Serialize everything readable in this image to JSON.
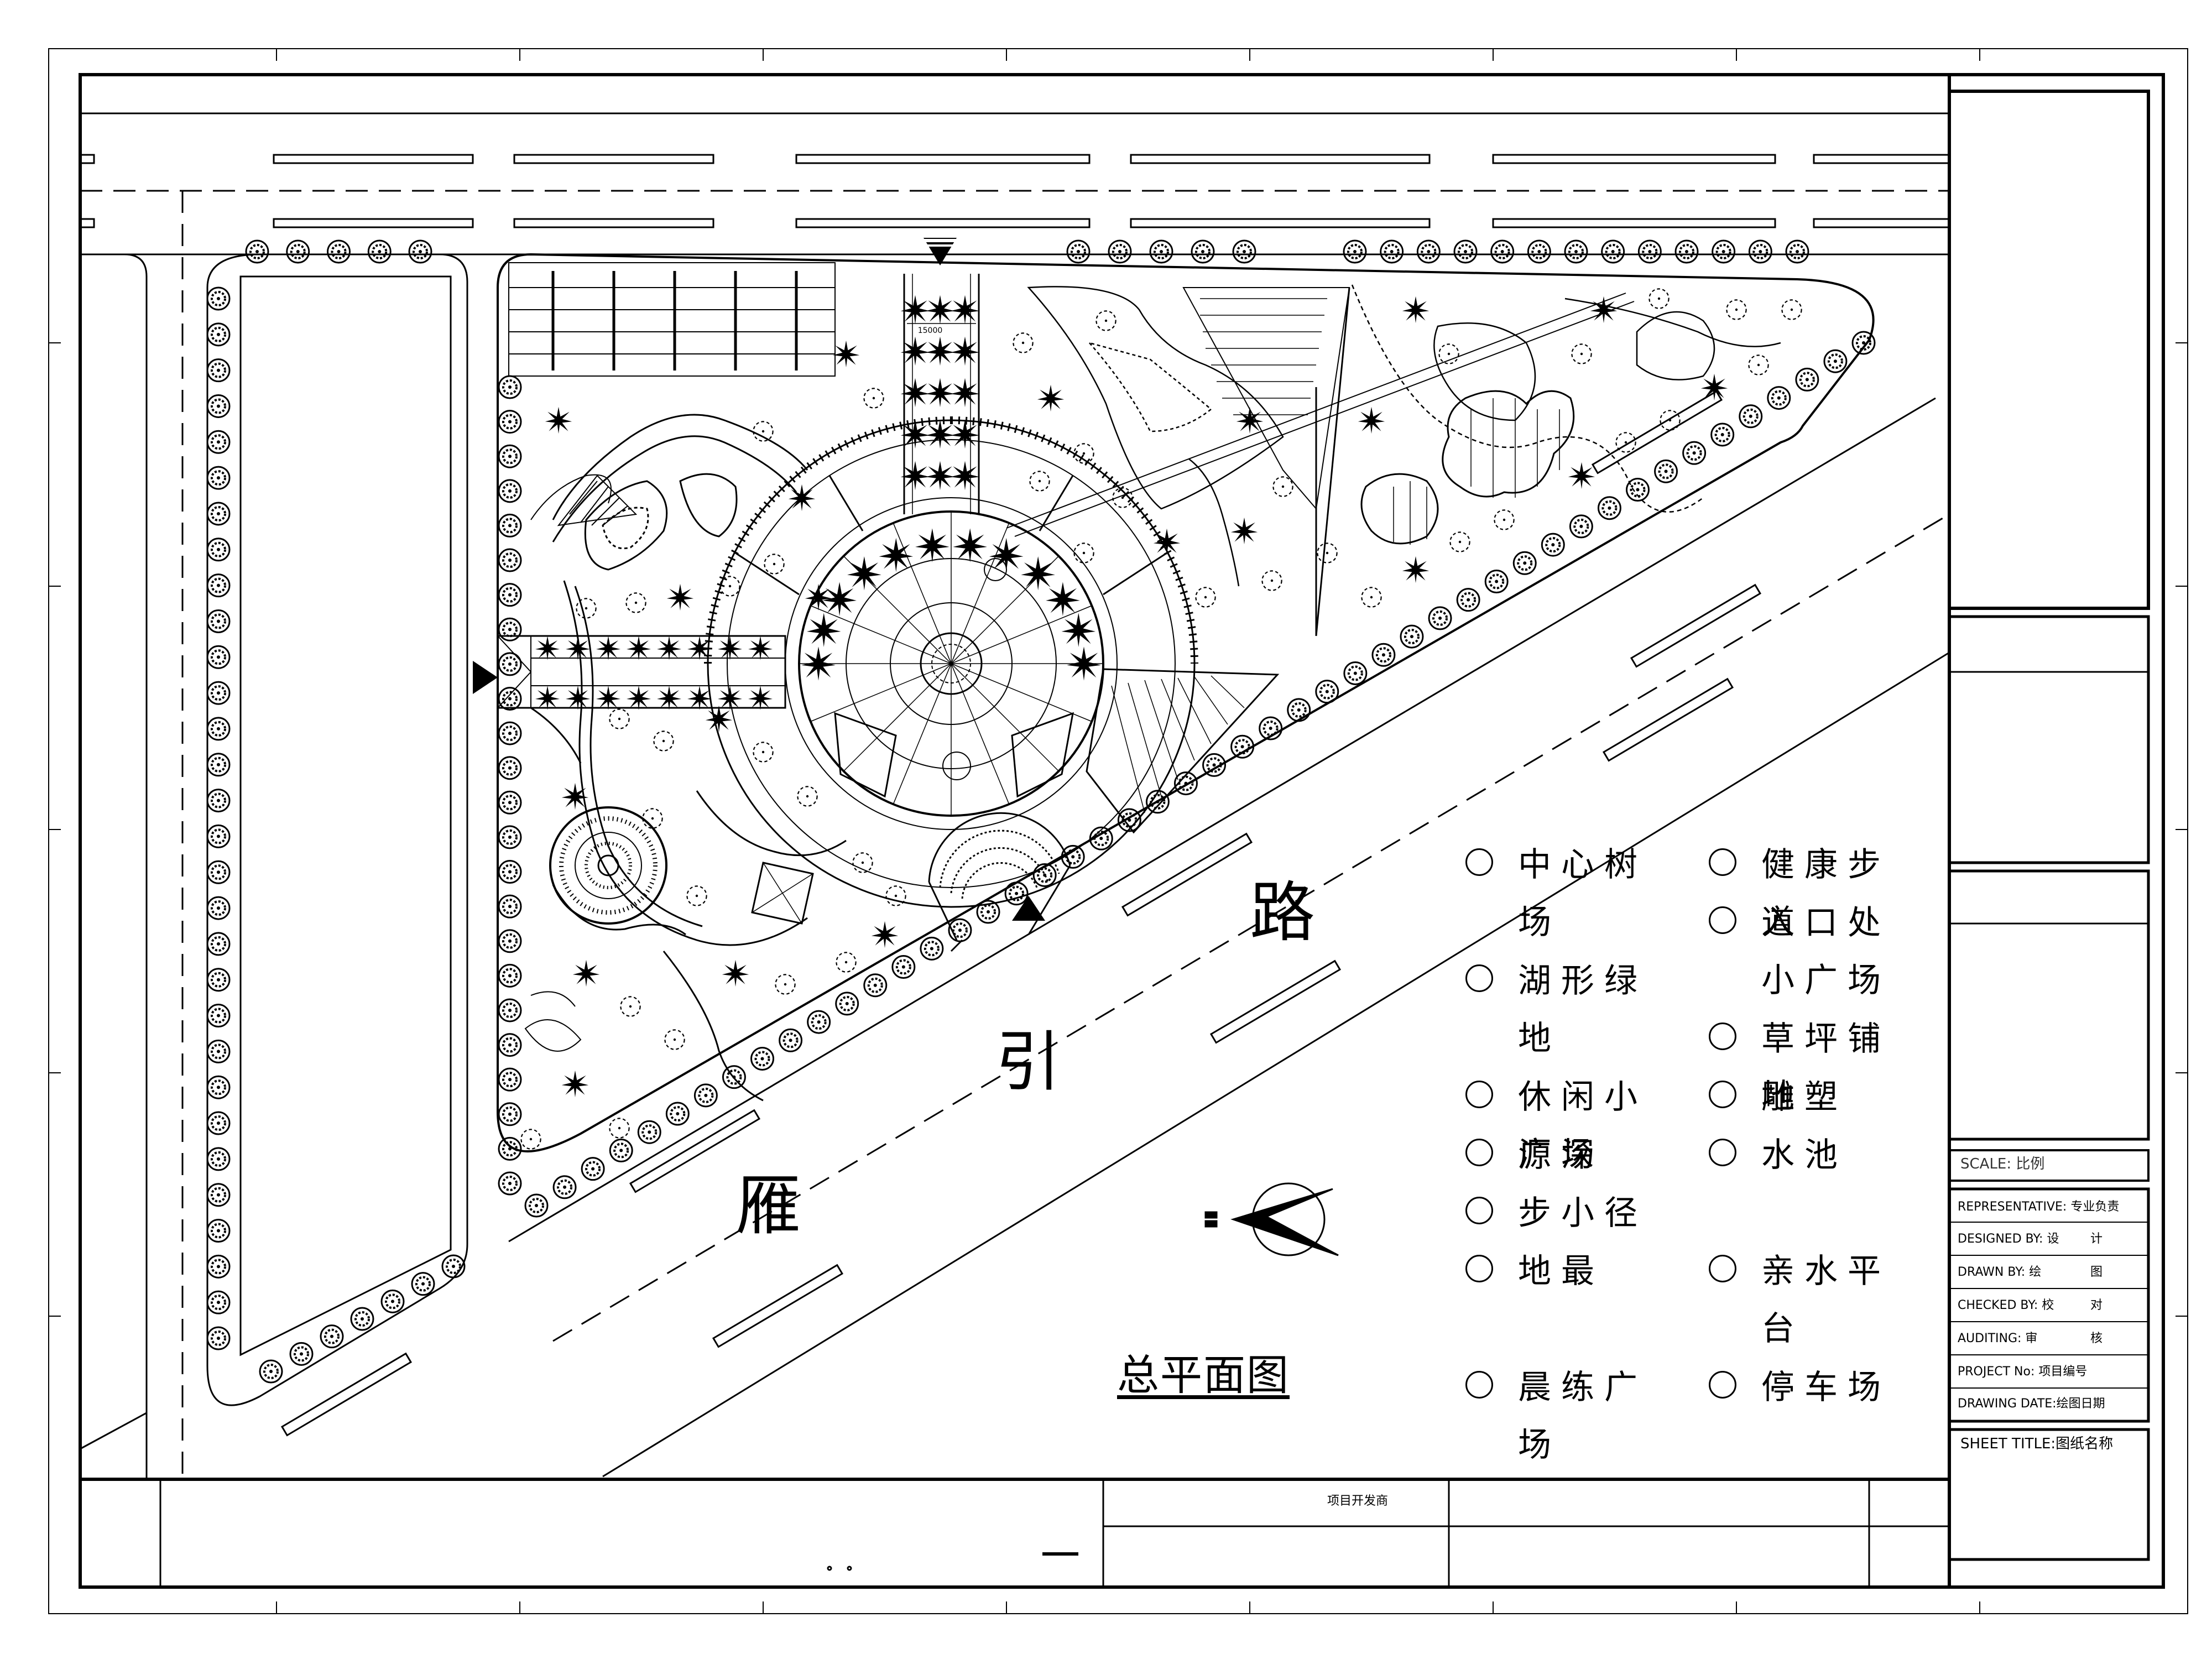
{
  "drawing": {
    "title": "总平面图",
    "road_name_chars": [
      "雁",
      "引",
      "路"
    ],
    "dimension_label": "15000"
  },
  "legend": {
    "left_column": [
      "中心树场",
      "湖形绿地",
      "休闲小广场",
      "源深",
      "步小径",
      "地最",
      "晨练广场"
    ],
    "right_column": [
      "健康步道",
      "入口处小广场",
      "草坪铺地",
      "雕塑",
      "水池",
      "亲水平台",
      "停车场"
    ]
  },
  "title_block": {
    "scale_label": "SCALE: 比例",
    "representative_label": "REPRESENTATIVE: 专业负责",
    "designed_by_label": "DESIGNED BY: 设",
    "designed_by_suffix": "计",
    "drawn_by_label": "DRAWN BY: 绘",
    "drawn_by_suffix": "图",
    "checked_by_label": "CHECKED BY: 校",
    "checked_by_suffix": "对",
    "auditing_label": "AUDITING: 审",
    "auditing_suffix": "核",
    "project_no_label": "PROJECT No: 项目编号",
    "drawing_date_label": "DRAWING DATE:绘图日期",
    "sheet_title_label": "SHEET TITLE:图纸名称",
    "developer_label": "项目开发商"
  }
}
